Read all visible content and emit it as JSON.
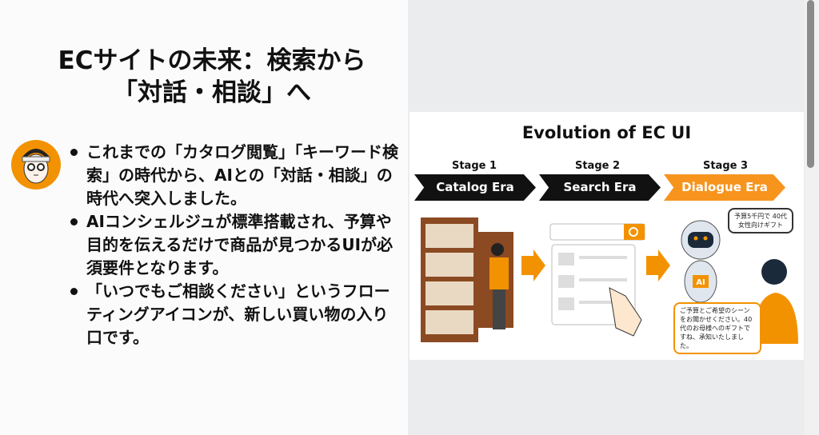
{
  "slide": {
    "title_line1": "ECサイトの未来：検索から",
    "title_line2": "「対話・相談」へ",
    "bullets": [
      "これまでの「カタログ閲覧」「キーワード検索」の時代から、AIとの「対話・相談」の時代へ突入しました。",
      "AIコンシェルジュが標準搭載され、予算や目的を伝えるだけで商品が見つかるUIが必須要件となります。",
      "「いつでもご相談ください」というフローティングアイコンが、新しい買い物の入り口です。"
    ]
  },
  "figure": {
    "title": "Evolution of EC UI",
    "stages": [
      {
        "stage": "Stage 1",
        "label": "Catalog Era",
        "color": "#111111"
      },
      {
        "stage": "Stage 2",
        "label": "Search Era",
        "color": "#111111"
      },
      {
        "stage": "Stage 3",
        "label": "Dialogue Era",
        "color": "#f7941d"
      }
    ],
    "user_bubble": "予算5千円で 40代女性向けギフト",
    "ai_bubble": "ご予算とご希望のシーンをお聞かせください。40代のお母様へのギフトですね、承知いたしました。",
    "robot_badge": "AI"
  },
  "colors": {
    "accent": "#f39200"
  }
}
